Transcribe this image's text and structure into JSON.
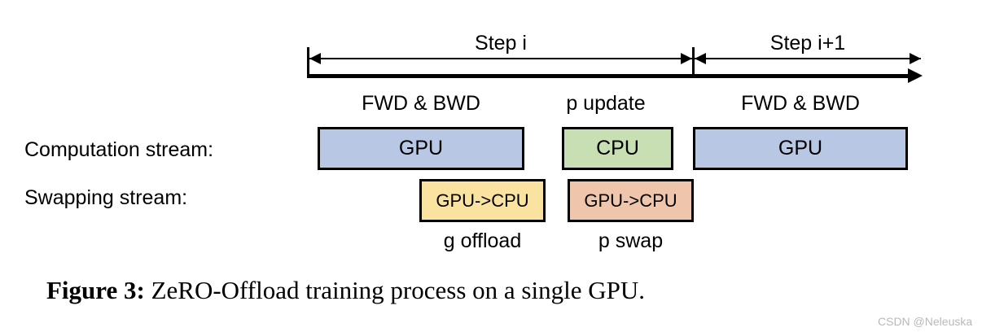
{
  "figure": {
    "caption_prefix": "Figure 3:",
    "caption_text": " ZeRO-Offload training process on a single GPU."
  },
  "timeline": {
    "steps": [
      {
        "label": "Step i"
      },
      {
        "label": "Step i+1"
      }
    ]
  },
  "phases": [
    {
      "label": "FWD & BWD"
    },
    {
      "label": "p update"
    },
    {
      "label": "FWD & BWD"
    }
  ],
  "rows": [
    {
      "label": "Computation stream:"
    },
    {
      "label": "Swapping stream:"
    }
  ],
  "computation_blocks": [
    {
      "label": "GPU",
      "color": "#b8c7e4"
    },
    {
      "label": "CPU",
      "color": "#c8dfb4"
    },
    {
      "label": "GPU",
      "color": "#b8c7e4"
    }
  ],
  "swapping_blocks": [
    {
      "label": "GPU->CPU",
      "color": "#fae3a0",
      "sub_label": "g offload"
    },
    {
      "label": "GPU->CPU",
      "color": "#efc6ab",
      "sub_label": "p swap"
    }
  ],
  "colors": {
    "gpu_block": "#b8c7e4",
    "cpu_block": "#c8dfb4",
    "offload_block": "#fae3a0",
    "swap_block": "#efc6ab",
    "outline": "#000000",
    "background": "#ffffff",
    "watermark": "#b9b9b9"
  },
  "watermark": {
    "text": "CSDN @Neleuska"
  }
}
